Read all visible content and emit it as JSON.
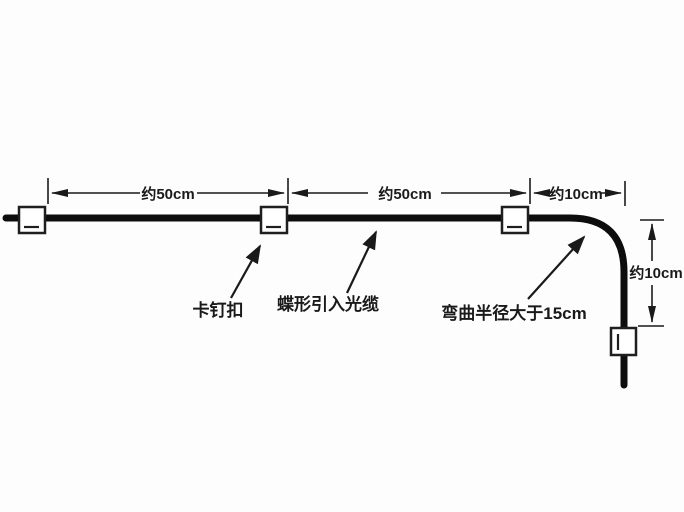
{
  "diagram": {
    "type": "fiber-drop-cable-installation",
    "dimensions": {
      "segment1": "约50cm",
      "segment2": "约50cm",
      "segment3": "约10cm",
      "vertical": "约10cm"
    },
    "labels": {
      "clip": "卡钉扣",
      "cable": "蝶形引入光缆",
      "bend_radius": "弯曲半径大于15cm"
    },
    "colors": {
      "ink": "#1a1a1a",
      "background": "#fdfdfd",
      "clip_fill": "#ffffff"
    }
  }
}
